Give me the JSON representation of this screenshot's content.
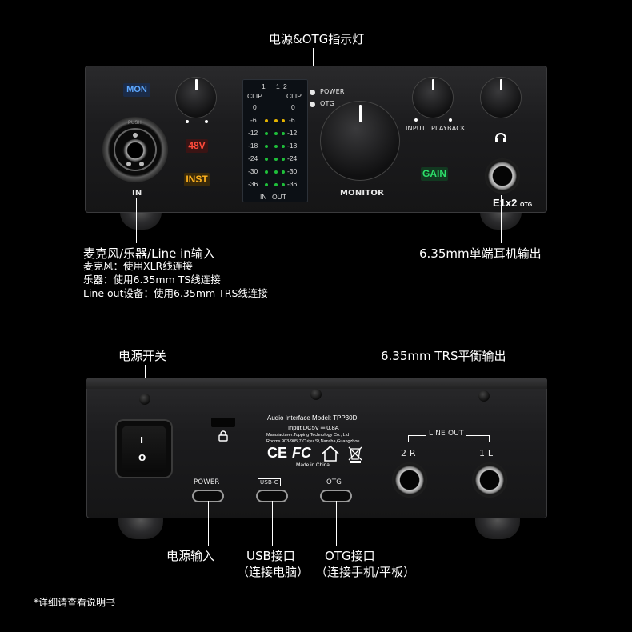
{
  "callouts": {
    "power_otg_indicator": "电源&OTG指示灯",
    "input_title": "麦克风/乐器/Line in输入",
    "input_notes": [
      "麦克风：使用XLR线连接",
      "乐器：使用6.35mm TS线连接",
      "Line out设备：使用6.35mm TRS线连接"
    ],
    "headphone_out": "6.35mm单端耳机输出",
    "power_switch": "电源开关",
    "trs_out": "6.35mm TRS平衡输出",
    "power_input": "电源输入",
    "usb_port": "USB接口",
    "usb_port_sub": "（连接电脑）",
    "otg_port": "OTG接口",
    "otg_port_sub": "（连接手机/平板）",
    "footnote": "*详细请查看说明书"
  },
  "front_panel": {
    "mon": "MON",
    "phantom": "48V",
    "inst": "INST",
    "gain": "GAIN",
    "in_label": "IN",
    "monitor_label": "MONITOR",
    "input_label": "INPUT",
    "playback_label": "PLAYBACK",
    "power_led": "POWER",
    "otg_led": "OTG",
    "model": "E1x2",
    "model_suffix": "OTG",
    "xlr_text": "PUSH",
    "meter": {
      "ch_top": [
        "1",
        "1",
        "2"
      ],
      "clip": "CLIP",
      "scale": [
        "0",
        "-6",
        "-12",
        "-18",
        "-24",
        "-30",
        "-36"
      ],
      "scale_right": [
        "0",
        "-6",
        "-12",
        "-18",
        "-24",
        "-30",
        "-36"
      ],
      "in": "IN",
      "out": "OUT"
    }
  },
  "rear_panel": {
    "product_line1": "Audio Interface  Model: TPP30D",
    "product_line2": "Input:DC5V ═ 0.8A",
    "product_line3": "Manufacturer:Topping Technology Co., Ltd",
    "product_line4": "Rooms 903-905,7 Cuiyu St,Nansha,Guangzhou",
    "ce_mark": "CE",
    "fc_mark": "FC",
    "made_in": "Made in China",
    "power_label": "POWER",
    "usbc_label": "USB-C",
    "otg_label": "OTG",
    "line_out": "LINE OUT",
    "ch2": "2 R",
    "ch1": "1 L",
    "switch_on": "I",
    "switch_off": "O"
  }
}
